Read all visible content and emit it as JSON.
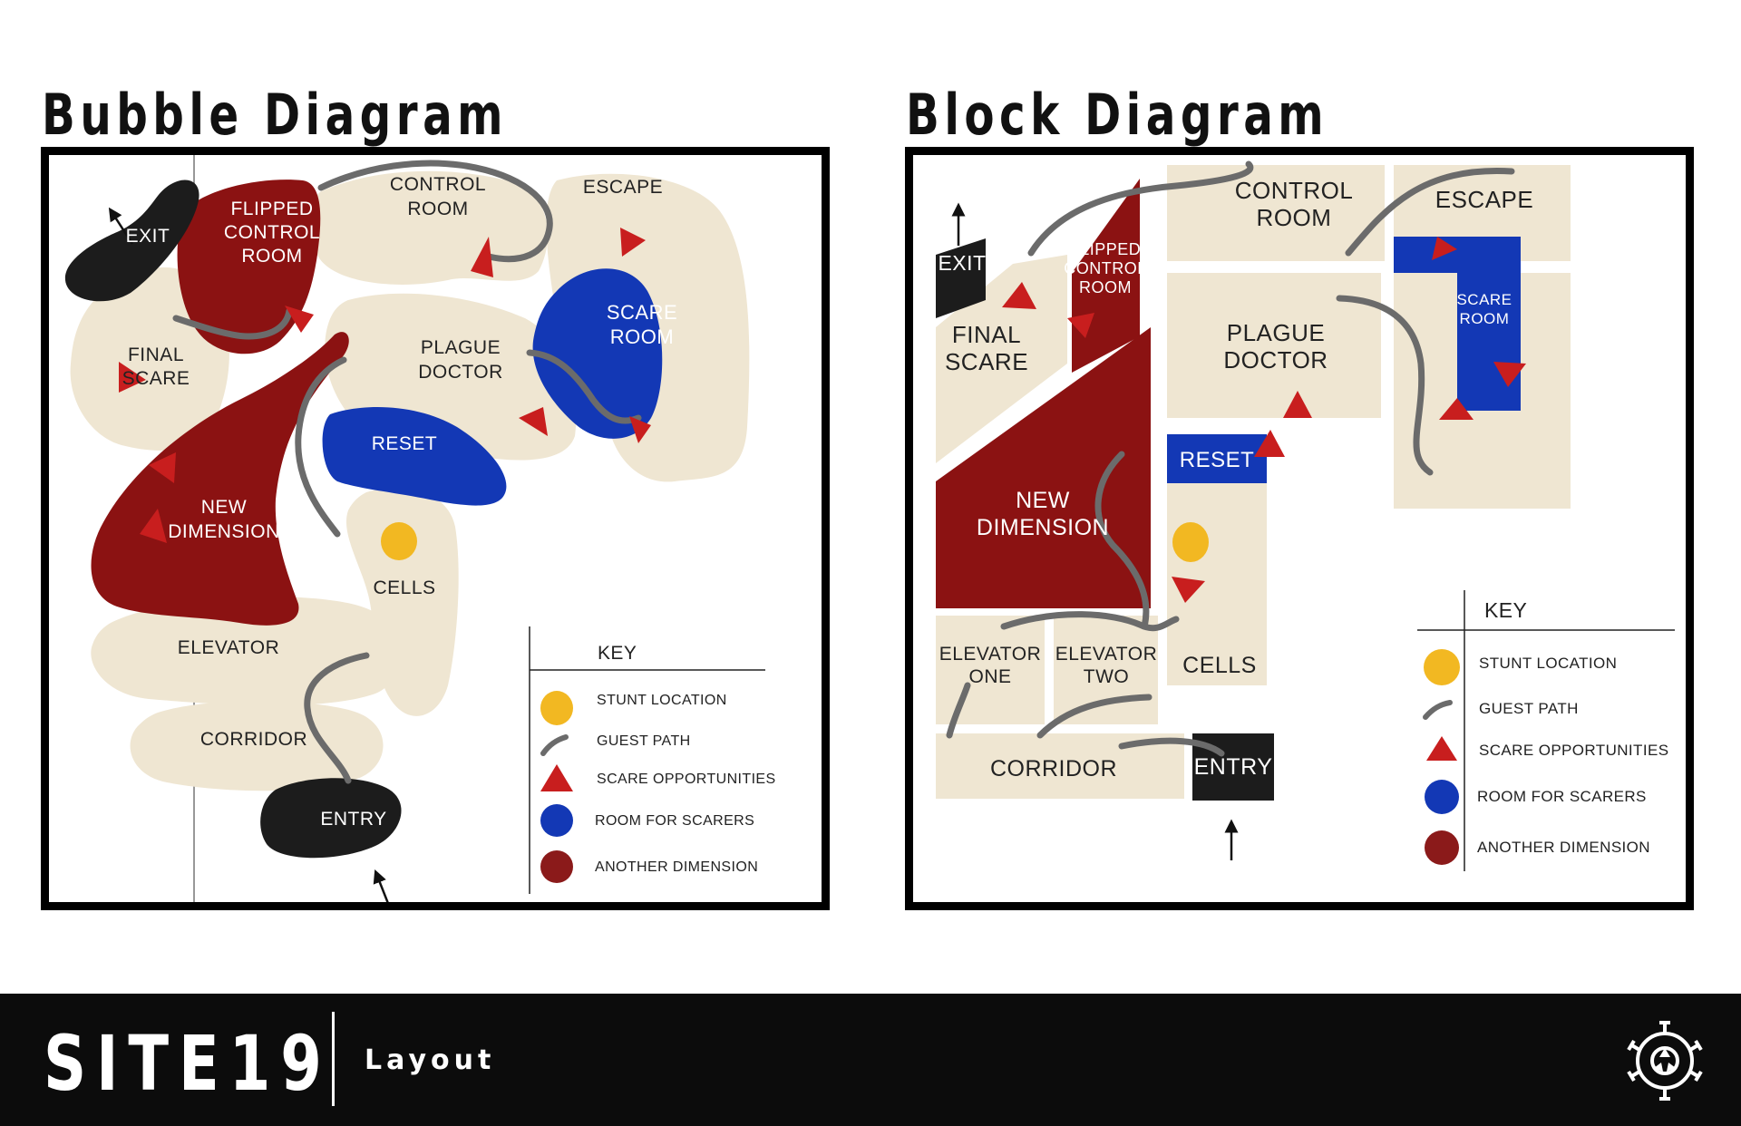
{
  "titles": {
    "bubble": "Bubble Diagram",
    "block": "Block Diagram"
  },
  "bubble": {
    "rooms": {
      "exit": "EXIT",
      "flipped": [
        "FLIPPED",
        "CONTROL",
        "ROOM"
      ],
      "control": [
        "CONTROL",
        "ROOM"
      ],
      "escape": "ESCAPE",
      "scare": [
        "SCARE",
        "ROOM"
      ],
      "final": [
        "FINAL",
        "SCARE"
      ],
      "plague": [
        "PLAGUE",
        "DOCTOR"
      ],
      "reset": "RESET",
      "newdim": [
        "NEW",
        "DIMENSION"
      ],
      "cells": "CELLS",
      "elevator": "ELEVATOR",
      "corridor": "CORRIDOR",
      "entry": "ENTRY"
    }
  },
  "block": {
    "rooms": {
      "exit": "EXIT",
      "flipped": [
        "FLIPPED",
        "CONTROL",
        "ROOM"
      ],
      "control": [
        "CONTROL",
        "ROOM"
      ],
      "escape": "ESCAPE",
      "scare": [
        "SCARE",
        "ROOM"
      ],
      "final": [
        "FINAL",
        "SCARE"
      ],
      "plague": [
        "PLAGUE",
        "DOCTOR"
      ],
      "reset": "RESET",
      "newdim": [
        "NEW",
        "DIMENSION"
      ],
      "elev1": [
        "ELEVATOR",
        "ONE"
      ],
      "elev2": [
        "ELEVATOR",
        "TWO"
      ],
      "cells": "CELLS",
      "corridor": "CORRIDOR",
      "entry": "ENTRY"
    }
  },
  "key": {
    "title": "KEY",
    "items": [
      {
        "label": "STUNT LOCATION",
        "color": "#f2b822"
      },
      {
        "label": "GUEST PATH",
        "color": "#666666"
      },
      {
        "label": "SCARE OPPORTUNITIES",
        "color": "#c81e1e"
      },
      {
        "label": "ROOM FOR SCARERS",
        "color": "#1338b5"
      },
      {
        "label": "ANOTHER DIMENSION",
        "color": "#8b1a1a"
      }
    ]
  },
  "footer": {
    "brand": "SITE19",
    "subtitle": "Layout"
  },
  "colors": {
    "beige": "#efe6d2",
    "darkred": "#8b1212",
    "blue": "#1338b5",
    "black": "#1c1c1c",
    "scare": "#c81e1e",
    "stunt": "#f2b822"
  }
}
